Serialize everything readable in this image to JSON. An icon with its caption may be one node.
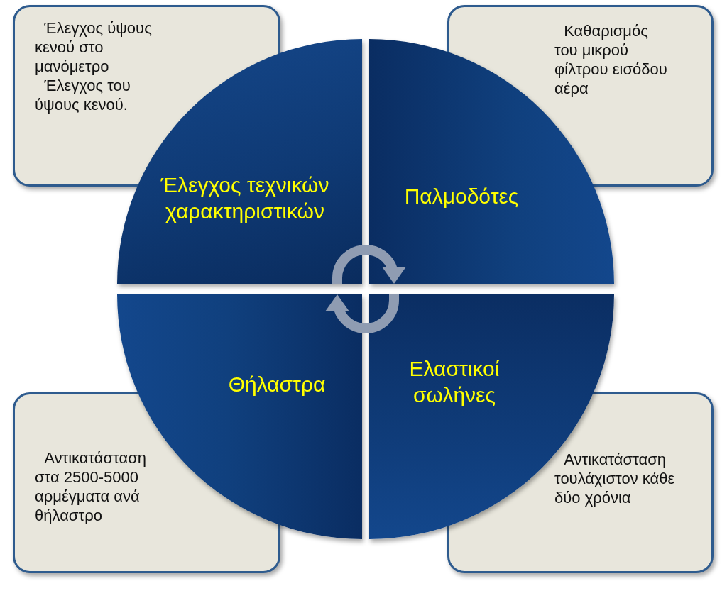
{
  "diagram": {
    "nodes": [
      {
        "text": [
          "Έλεγχος ύψους κενού στο μανόμετρο",
          "Έλεγχος του ύψους κενού."
        ]
      },
      {
        "text": [
          "Καθαρισμός του μικρού φίλτρου εισόδου αέρα"
        ]
      },
      {
        "text": [
          "Έλεγχος τεχνικών χαρακτηριστικών"
        ]
      },
      {
        "text": [
          "Παλμοδότες"
        ]
      },
      {
        "text": [
          "Θήλαστρα"
        ]
      },
      {
        "text": [
          "Ελαστικοί σωλήνες"
        ]
      },
      {
        "text": [
          "Αντικατάσταση στα 2500-5000 αρμέγματα ανά θήλαστρο"
        ]
      },
      {
        "text": [
          "Αντικατάσταση τουλάχιστον κάθε δύο χρόνια"
        ]
      }
    ],
    "edges": [
      {
        "from": 2,
        "to": 3,
        "arrow": "to"
      },
      {
        "from": 5,
        "to": 4,
        "arrow": "to"
      }
    ]
  }
}
